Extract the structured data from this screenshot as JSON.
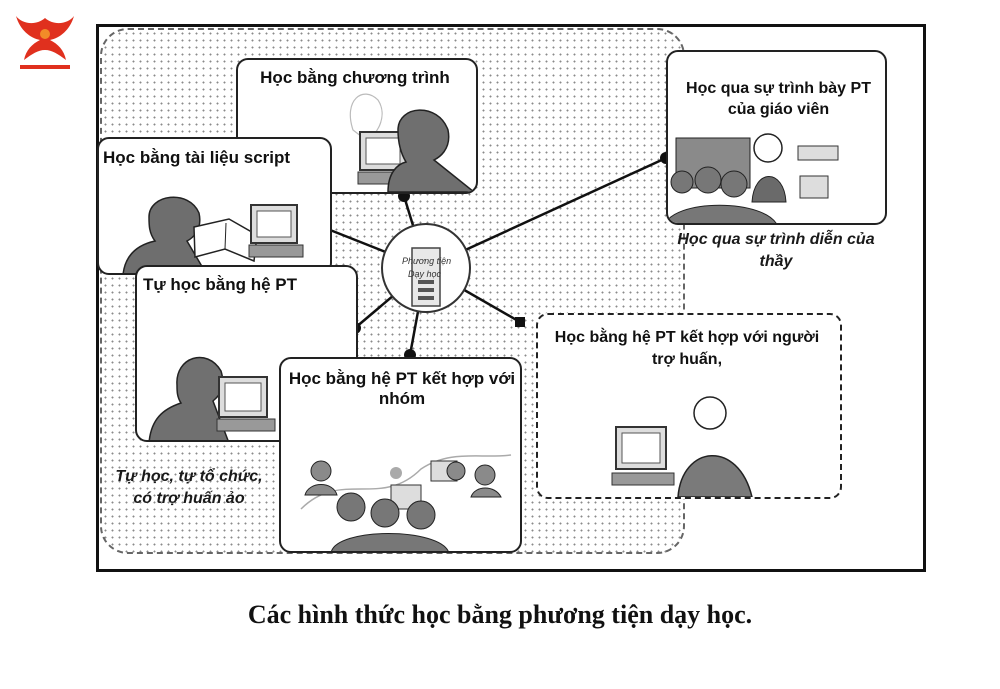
{
  "logo": {
    "icon": "phoenix-logo-icon",
    "colors": [
      "#e0301e",
      "#f28c28"
    ]
  },
  "diagram": {
    "hub_label_line1": "Phương tiện",
    "hub_label_line2": "Dạy học",
    "boxes": {
      "program": "Học bằng chương trình",
      "script": "Học bằng tài liệu script",
      "self_system": "Tự học bằng hệ PT",
      "group": "Học bằng hệ PT kết hợp với nhóm",
      "teacher_presentation": "Học qua sự trình bày PT của giáo viên",
      "tutor": "Học bằng hệ PT kết hợp với người trợ huấn,"
    },
    "labels": {
      "teacher_demo": "Học qua sự trình diễn của thầy",
      "self_study": "Tự học, tự tổ chức, có trợ huấn ảo"
    }
  },
  "caption": "Các hình thức học bằng phương tiện dạy học."
}
